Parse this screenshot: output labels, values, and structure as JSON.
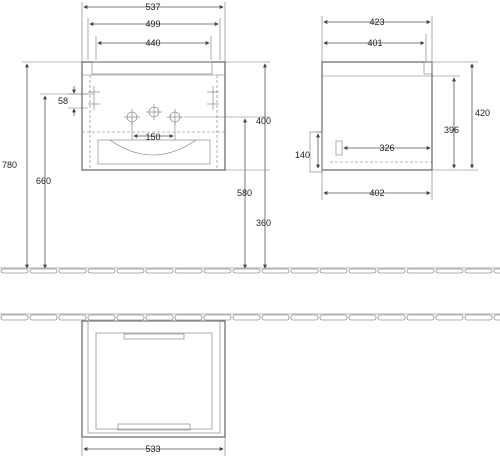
{
  "dimensions": {
    "front_width_outer": "537",
    "front_width_mid": "499",
    "front_width_inner": "440",
    "front_height_total": "780",
    "front_height_660": "660",
    "front_offset_58": "58",
    "front_hole_spacing": "150",
    "front_height_400": "400",
    "front_height_580": "580",
    "front_height_360": "360",
    "side_depth_outer": "423",
    "side_depth_mid": "401",
    "side_height_420": "420",
    "side_height_396": "396",
    "side_height_140": "140",
    "side_depth_326": "326",
    "side_depth_402": "402",
    "top_width_533": "533"
  },
  "colors": {
    "line": "#444444",
    "text": "#222222",
    "background": "#ffffff"
  }
}
